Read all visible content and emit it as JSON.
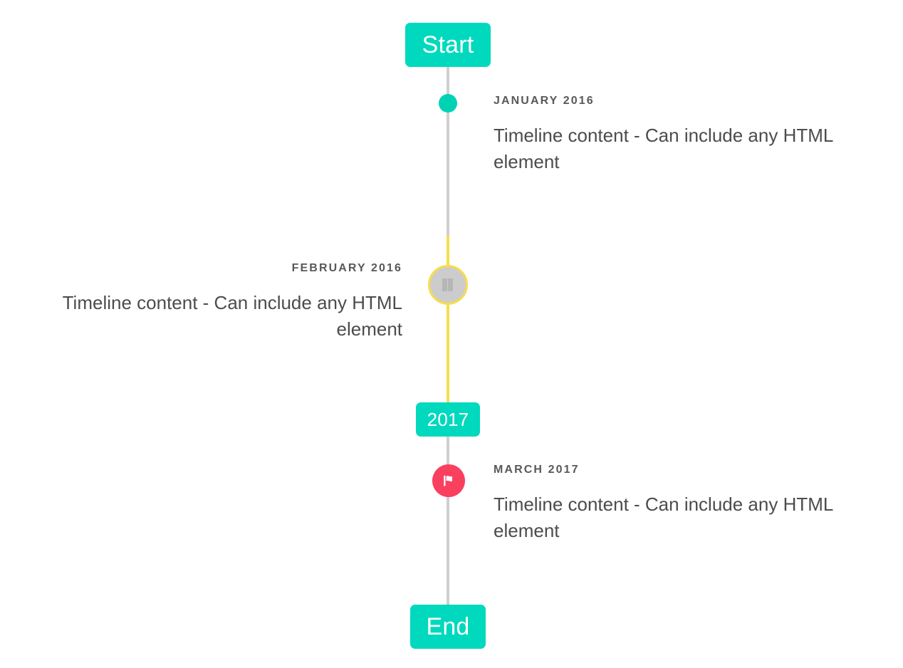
{
  "theme": {
    "accent_teal": "#00d9bd",
    "accent_yellow": "#f7dd4c",
    "accent_pink": "#fa405f",
    "line_grey": "#cfcfcf",
    "marker_grey": "#cccccc",
    "text_dark": "#4c4c4c",
    "date_grey": "#585858",
    "background": "#ffffff"
  },
  "caps": {
    "start_label": "Start",
    "middle_label": "2017",
    "end_label": "End"
  },
  "events": [
    {
      "date": "JANUARY 2016",
      "body": "Timeline content - Can include any HTML element",
      "side": "right",
      "marker": "dot-icon"
    },
    {
      "date": "FEBRUARY 2016",
      "body": "Timeline content - Can include any HTML element",
      "side": "left",
      "marker": "broken-image-icon"
    },
    {
      "date": "MARCH 2017",
      "body": "Timeline content - Can include any HTML element",
      "side": "right",
      "marker": "flag-icon"
    }
  ]
}
